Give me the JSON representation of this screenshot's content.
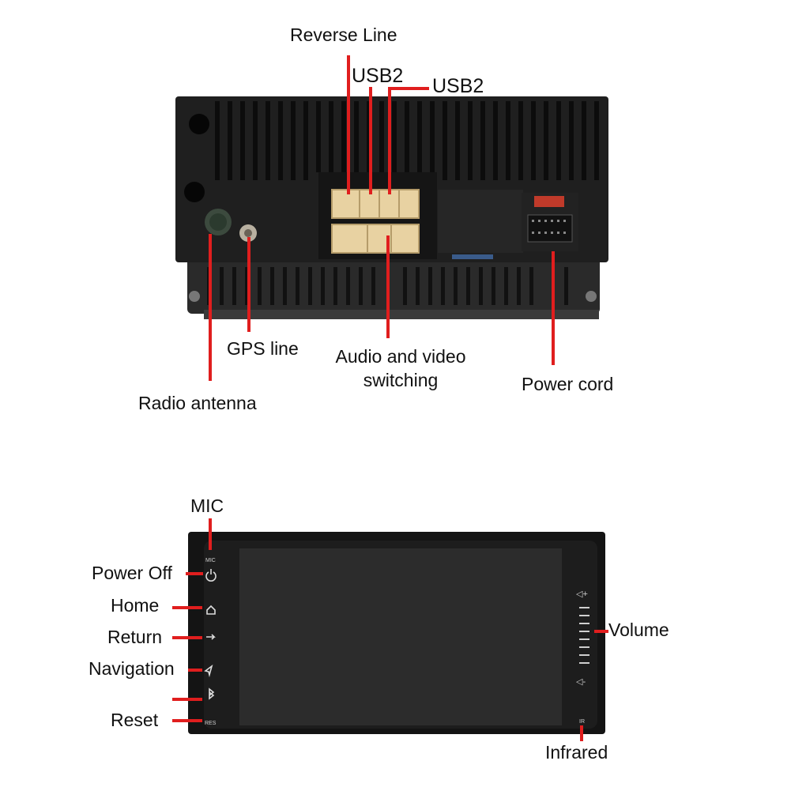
{
  "rear_labels": {
    "reverse_line": "Reverse Line",
    "usb2_a": "USB2",
    "usb2_b": "USB2",
    "gps_line": "GPS line",
    "radio_antenna": "Radio antenna",
    "audio_video_1": "Audio and video",
    "audio_video_2": "switching",
    "power_cord": "Power cord"
  },
  "front_labels": {
    "mic": "MIC",
    "power_off": "Power Off",
    "home": "Home",
    "return": "Return",
    "navigation": "Navigation",
    "reset": "Reset",
    "volume": "Volume",
    "infrared": "Infrared"
  },
  "device_markings": {
    "mic_text": "MIC",
    "res_text": "RES",
    "ir_text": "IR"
  },
  "colors": {
    "callout_line": "#e01e1e",
    "device_body": "#1c1c1c",
    "connector": "#e8d2a2"
  }
}
